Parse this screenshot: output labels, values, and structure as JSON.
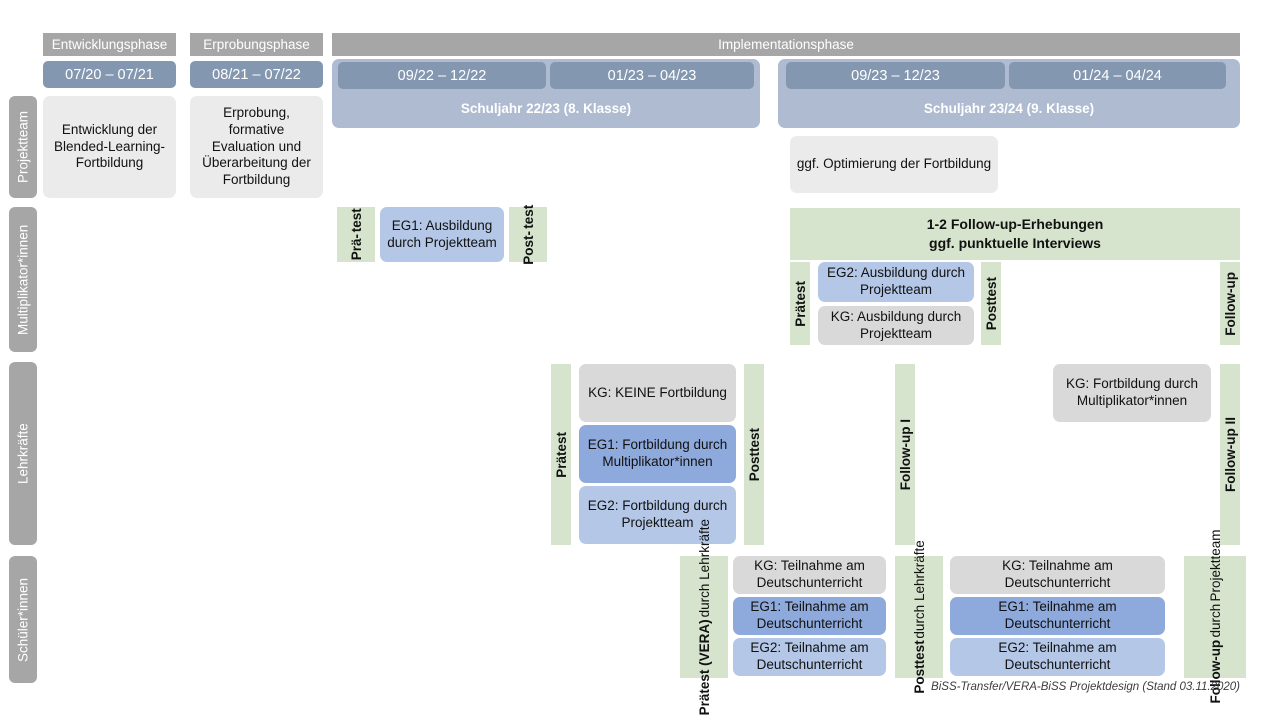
{
  "diagram": {
    "title": "BiSS-Transfer/VERA-BiSS Projektdesign",
    "footer": "BiSS-Transfer/VERA-BiSS Projektdesign (Stand 03.11.2020)"
  },
  "colors": {
    "phase_header": "#a6a6a6",
    "period": "#8497b0",
    "schoolyear": "#aebbd0",
    "row_label": "#a6a6a6",
    "neutral_card": "#ebebeb",
    "kg": "#d9d9d9",
    "eg1": "#8ea9db",
    "eg2": "#b4c7e7",
    "test_green": "#d6e3cd"
  },
  "phases": [
    {
      "label": "Entwicklungsphase"
    },
    {
      "label": "Erprobungsphase"
    },
    {
      "label": "Implementationsphase"
    }
  ],
  "periods": [
    {
      "label": "07/20 – 07/21"
    },
    {
      "label": "08/21 – 07/22"
    },
    {
      "label": "09/22 – 12/22"
    },
    {
      "label": "01/23 – 04/23"
    },
    {
      "label": "09/23 – 12/23"
    },
    {
      "label": "01/24 – 04/24"
    }
  ],
  "schoolyears": [
    {
      "label": "Schuljahr 22/23 (8. Klasse)"
    },
    {
      "label": "Schuljahr 23/24 (9. Klasse)"
    }
  ],
  "rows": [
    {
      "id": "projektteam",
      "label": "Projektteam"
    },
    {
      "id": "multiplikatorinnen",
      "label": "Multiplikator*innen"
    },
    {
      "id": "lehrkraefte",
      "label": "Lehrkräfte"
    },
    {
      "id": "schuelerinnen",
      "label": "Schüler*innen"
    }
  ],
  "projektteam": {
    "entwicklung": "Entwicklung der Blended-Learning-Fortbildung",
    "erprobung": "Erprobung, formative Evaluation und Überarbeitung der Fortbildung",
    "optimierung": "ggf. Optimierung der Fortbildung"
  },
  "multiplikatoren": {
    "praetest_1": "Prä-",
    "praetest_2": "test",
    "eg1": "EG1: Ausbildung durch Projektteam",
    "posttest_1": "Post-",
    "posttest_2": "test",
    "followup_banner_line1": "1-2 Follow-up-Erhebungen",
    "followup_banner_line2": "ggf. punktuelle Interviews",
    "praetest_2023": "Prätest",
    "eg2": "EG2:  Ausbildung durch Projektteam",
    "kg": "KG: Ausbildung durch Projektteam",
    "posttest_2023": "Posttest",
    "followup": "Follow-up"
  },
  "lehrkraefte": {
    "praetest": "Prätest",
    "kg": "KG:  KEINE Fortbildung",
    "eg1": "EG1: Fortbildung durch Multiplikator*innen",
    "eg2": "EG2: Fortbildung durch Projektteam",
    "posttest": "Posttest",
    "followup_1": "Follow-up I",
    "kg_2023": "KG: Fortbildung durch Multiplikator*innen",
    "followup_2": "Follow-up II"
  },
  "schuelerinnen": {
    "praetest_main": "Prätest (VERA)",
    "praetest_sub": "durch Lehrkräfte",
    "kg_1": "KG: Teilnahme am Deutschunterricht",
    "eg1_1": "EG1: Teilnahme am Deutschunterricht",
    "eg2_1": "EG2: Teilnahme am Deutschunterricht",
    "posttest_main": "Posttest",
    "posttest_sub": "durch Lehrkräfte",
    "kg_2": "KG: Teilnahme am Deutschunterricht",
    "eg1_2": "EG1: Teilnahme am Deutschunterricht",
    "eg2_2": "EG2: Teilnahme am Deutschunterricht",
    "followup_main": "Follow-up",
    "followup_sub1": "durch",
    "followup_sub2": "Projektteam"
  }
}
